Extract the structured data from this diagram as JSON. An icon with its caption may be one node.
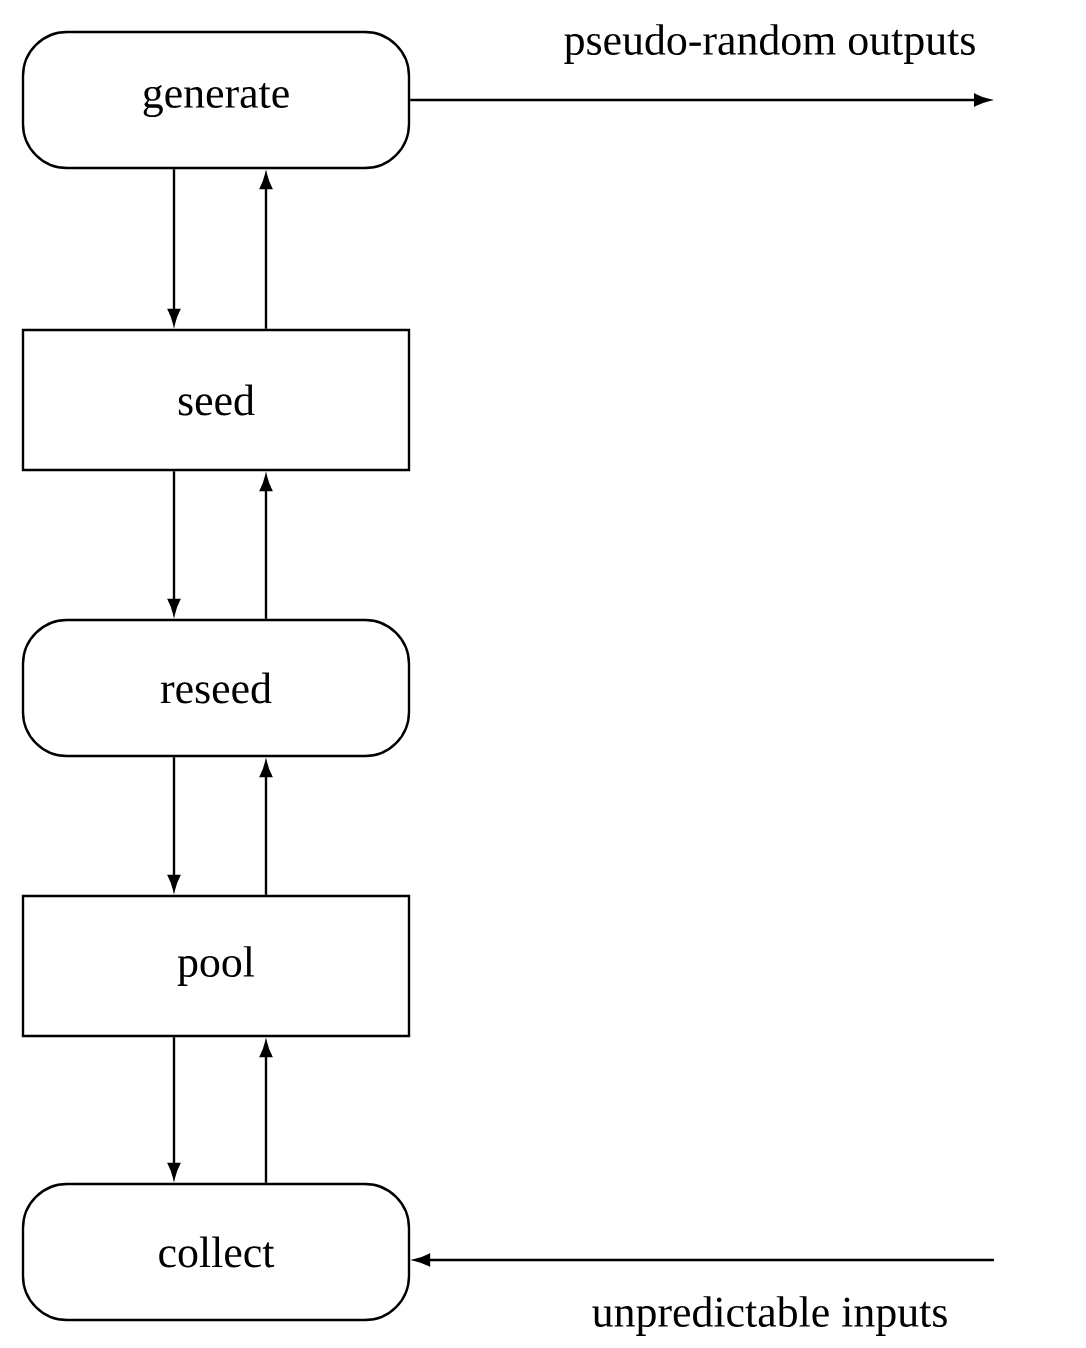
{
  "diagram": {
    "nodes": [
      {
        "text": [
          "generate"
        ]
      },
      {
        "text": [
          "seed"
        ]
      },
      {
        "text": [
          "reseed"
        ]
      },
      {
        "text": [
          "pool"
        ]
      },
      {
        "text": [
          "collect"
        ]
      }
    ],
    "edges": [
      {
        "from": 0,
        "to": 1,
        "arrow": "to"
      },
      {
        "from": 1,
        "to": 0,
        "arrow": "to"
      },
      {
        "from": 1,
        "to": 2,
        "arrow": "to"
      },
      {
        "from": 2,
        "to": 1,
        "arrow": "to"
      },
      {
        "from": 2,
        "to": 3,
        "arrow": "to"
      },
      {
        "from": 3,
        "to": 2,
        "arrow": "to"
      },
      {
        "from": 3,
        "to": 4,
        "arrow": "to"
      },
      {
        "from": 4,
        "to": 3,
        "arrow": "to"
      },
      {
        "from": 0,
        "to": null,
        "arrow": "to",
        "label": "pseudo-random outputs"
      },
      {
        "from": null,
        "to": 4,
        "arrow": "to",
        "label": "unpredictable inputs"
      }
    ]
  }
}
